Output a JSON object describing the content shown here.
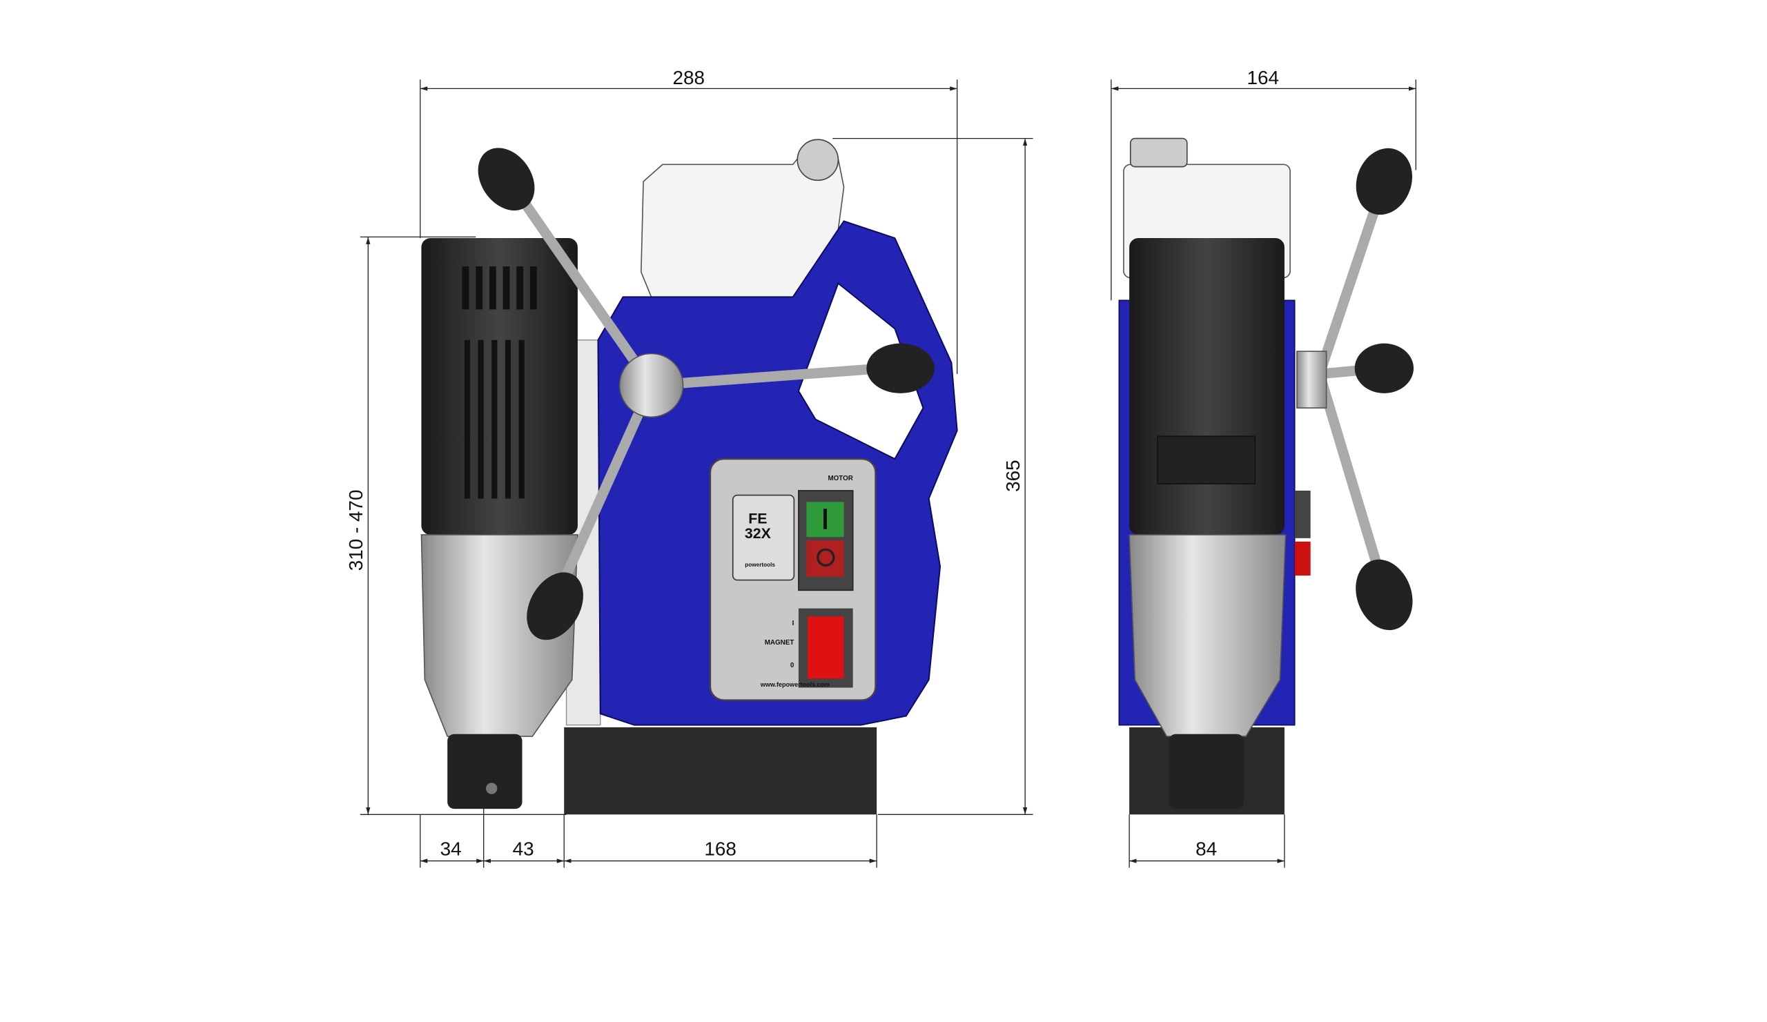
{
  "dimensions": {
    "front_width": "288",
    "side_width": "164",
    "height_total": "365",
    "height_range": "310 - 470",
    "offset_a": "34",
    "offset_b": "43",
    "base_length": "168",
    "base_width": "84"
  },
  "panel": {
    "motor_label": "MOTOR",
    "model_line1": "FE",
    "model_line2": "32X",
    "brand": "powertools",
    "switch_on": "I",
    "magnet_label": "MAGNET",
    "switch_off": "0",
    "website": "www.fepowertools.com"
  },
  "colors": {
    "body_blue": "#2323b4",
    "motor_black": "#2a2a2a",
    "green": "#2f9a3a",
    "red": "#cc1111"
  }
}
